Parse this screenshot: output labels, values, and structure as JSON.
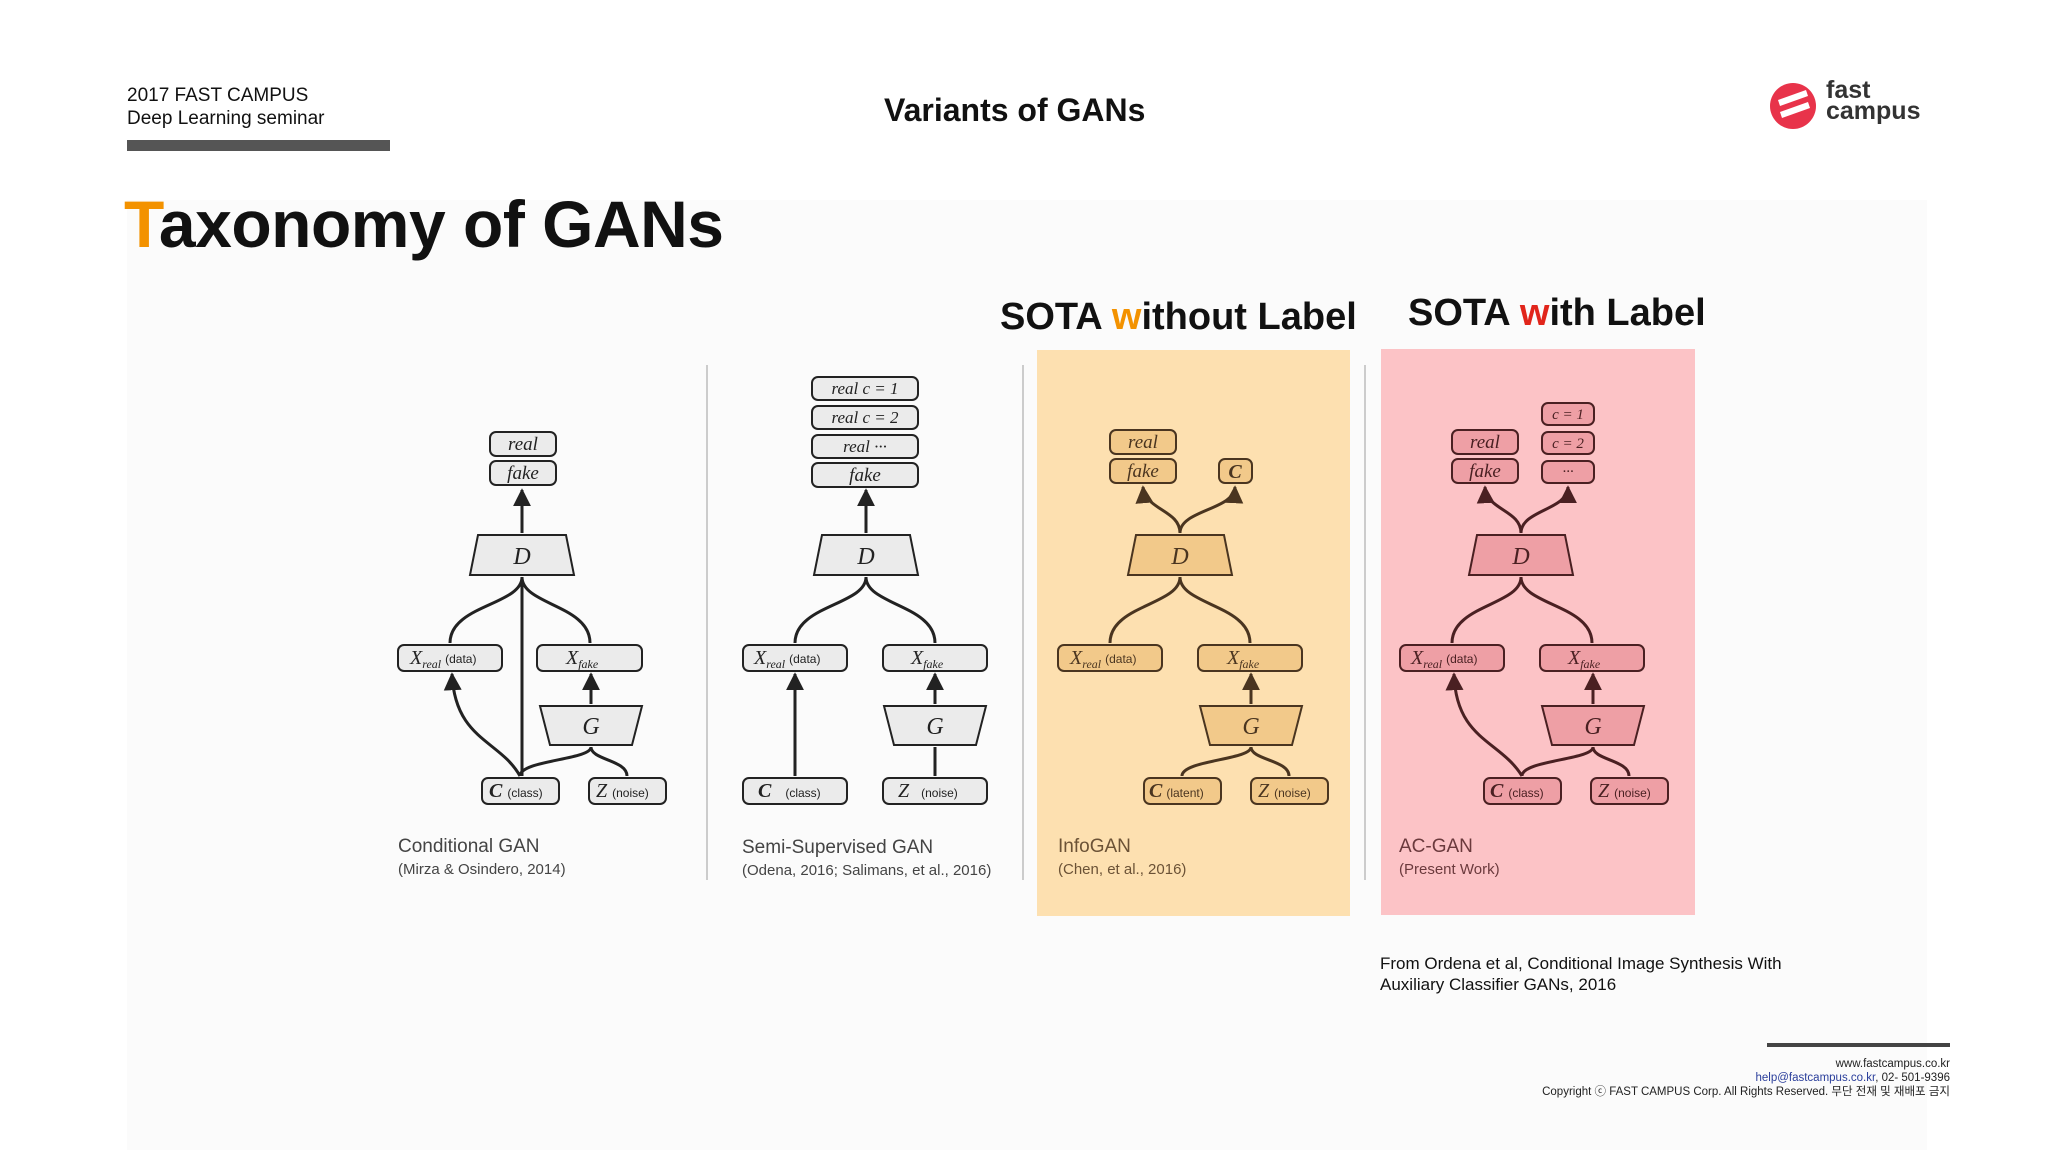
{
  "header": {
    "seminar_line1": "2017 FAST CAMPUS",
    "seminar_line2": "Deep Learning seminar",
    "title": "Variants of GANs",
    "logo_line1": "fast",
    "logo_line2": "campus",
    "logo_color": "#e8334a"
  },
  "slide_title": {
    "first_letter": "T",
    "rest": "axonomy of GANs",
    "accent": "#f39200"
  },
  "sota_without": {
    "pre": "SOTA ",
    "keyword": "w",
    "post": "ithout Label"
  },
  "sota_with": {
    "pre": "SOTA ",
    "keyword": "w",
    "post": "ith Label"
  },
  "diagrams": {
    "cgan": {
      "name": "Conditional GAN",
      "ref": "(Mirza & Osindero, 2014)",
      "out_real": "real",
      "out_fake": "fake",
      "d": "D",
      "g": "G",
      "x_real": "X",
      "x_real_sub": "real",
      "x_real_note": "(data)",
      "x_fake": "X",
      "x_fake_sub": "fake",
      "c": "C",
      "c_note": "(class)",
      "z": "Z",
      "z_note": "(noise)"
    },
    "sgan": {
      "name": "Semi-Supervised GAN",
      "ref": "(Odena, 2016;  Salimans, et al., 2016)",
      "out1": "real  c = 1",
      "out2": "real  c = 2",
      "out3": "real  ···",
      "out4": "fake",
      "d": "D",
      "g": "G",
      "x_real": "X",
      "x_real_sub": "real",
      "x_real_note": "(data)",
      "x_fake": "X",
      "x_fake_sub": "fake",
      "c": "C",
      "c_note": "(class)",
      "z": "Z",
      "z_note": "(noise)"
    },
    "infogan": {
      "name": "InfoGAN",
      "ref": "(Chen, et al., 2016)",
      "out_real": "real",
      "out_fake": "fake",
      "out_c": "C",
      "d": "D",
      "g": "G",
      "x_real": "X",
      "x_real_sub": "real",
      "x_real_note": "(data)",
      "x_fake": "X",
      "x_fake_sub": "fake",
      "c": "C",
      "c_note": "(latent)",
      "z": "Z",
      "z_note": "(noise)"
    },
    "acgan": {
      "name": "AC-GAN",
      "ref": "(Present Work)",
      "out_real": "real",
      "out_fake": "fake",
      "out_c1": "c = 1",
      "out_c2": "c = 2",
      "out_c3": "···",
      "d": "D",
      "g": "G",
      "x_real": "X",
      "x_real_sub": "real",
      "x_real_note": "(data)",
      "x_fake": "X",
      "x_fake_sub": "fake",
      "c": "C",
      "c_note": "(class)",
      "z": "Z",
      "z_note": "(noise)"
    }
  },
  "citation": {
    "line1": "From Ordena et al, Conditional Image Synthesis With",
    "line2": "Auxiliary Classifier GANs, 2016"
  },
  "footer": {
    "website": "www.fastcampus.co.kr",
    "email": "help@fastcampus.co.kr",
    "phone": ", 02- 501-9396",
    "copyright": "Copyright ⓒ FAST CAMPUS Corp.  All Rights Reserved. 무단 전재 및 재배포 금지"
  },
  "colors": {
    "orange_highlight": "#fde0b0",
    "red_highlight": "#fcc3c6"
  }
}
